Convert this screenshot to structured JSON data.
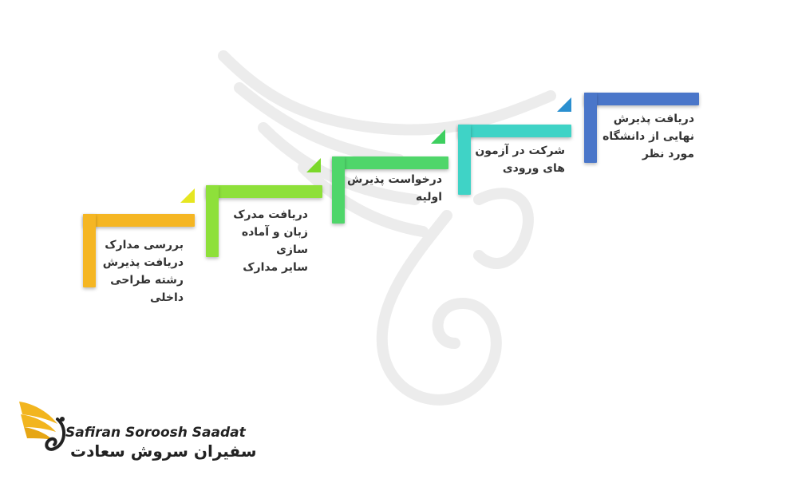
{
  "steps": [
    {
      "lines": [
        "بررسی مدارک",
        "دریافت پذیرش",
        "رشته طراحی",
        "داخلی"
      ],
      "color": "#f5b623",
      "tip": "#e6e621"
    },
    {
      "lines": [
        "دریافت مدرک",
        "زبان و آماده سازی",
        "سایر مدارک"
      ],
      "color": "#8ee03a",
      "tip": "#7bd82a"
    },
    {
      "lines": [
        "درخواست پذیرش",
        "اولیه"
      ],
      "color": "#4fd66a",
      "tip": "#3dcf5f"
    },
    {
      "lines": [
        "شرکت در آزمون",
        "های ورودی"
      ],
      "color": "#3fd3c6",
      "tip": "#30c8b4"
    },
    {
      "lines": [
        "دریافت پذیرش",
        "نهایی از دانشگاه",
        "مورد نظر"
      ],
      "color": "#4a76c9",
      "tip": "#2a8fd0"
    }
  ],
  "logo": {
    "name_en": "Safiran Soroosh Saadat",
    "name_fa": "سفیران سروش سعادت",
    "wing_color": "#f2b51e",
    "icon": "phoenix-logo-icon"
  }
}
